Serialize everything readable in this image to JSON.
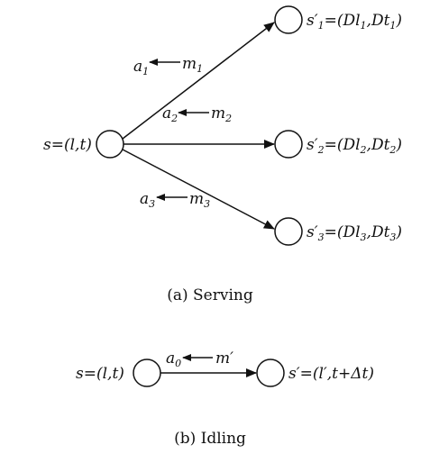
{
  "figure": {
    "serving": {
      "root_state": "s=(l,t)",
      "branches": [
        {
          "action": "a",
          "action_index": "1",
          "decision": "m",
          "decision_index": "1",
          "state_main": "s′",
          "state_index": "1",
          "state_tail": "=(Dl",
          "tail_index_a": "1",
          "tail_mid": ",Dt",
          "tail_index_b": "1",
          "tail_end": ")"
        },
        {
          "action": "a",
          "action_index": "2",
          "decision": "m",
          "decision_index": "2",
          "state_main": "s′",
          "state_index": "2",
          "state_tail": "=(Dl",
          "tail_index_a": "2",
          "tail_mid": ",Dt",
          "tail_index_b": "2",
          "tail_end": ")"
        },
        {
          "action": "a",
          "action_index": "3",
          "decision": "m",
          "decision_index": "3",
          "state_main": "s′",
          "state_index": "3",
          "state_tail": "=(Dl",
          "tail_index_a": "3",
          "tail_mid": ",Dt",
          "tail_index_b": "3",
          "tail_end": ")"
        }
      ],
      "caption": "(a) Serving"
    },
    "idling": {
      "root_state": "s=(l,t)",
      "action": "a",
      "action_index": "0",
      "decision": "m′",
      "next_state": "s′=(l′,t+Δt)",
      "caption": "(b) Idling"
    },
    "colors": {
      "line": "#111111",
      "background": "#ffffff"
    }
  }
}
